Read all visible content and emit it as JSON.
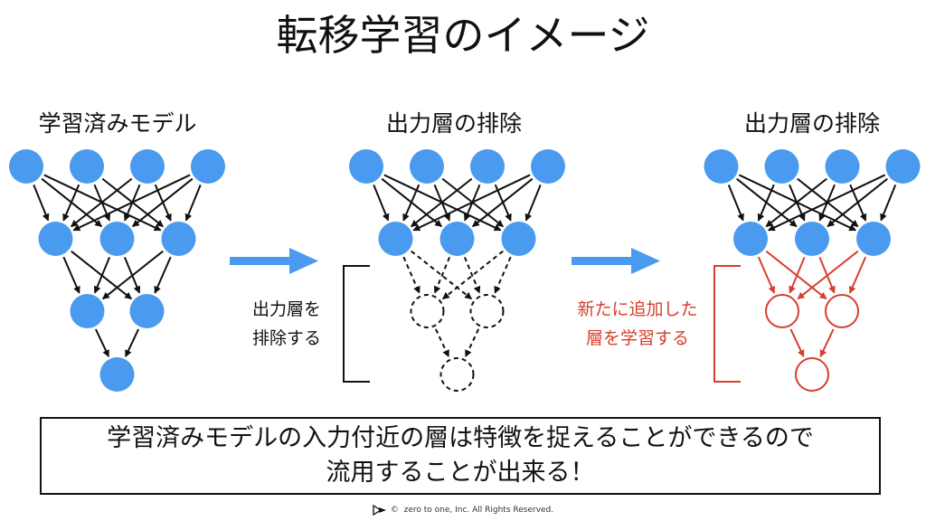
{
  "title": "転移学習のイメージ",
  "panels": [
    {
      "title": "学習済みモデル",
      "style": "solid"
    },
    {
      "title": "出力層の排除",
      "style": "dashed",
      "side_label": [
        "出力層を",
        "排除する"
      ]
    },
    {
      "title": "出力層の排除",
      "style": "red",
      "side_label": [
        "新たに追加した",
        "層を学習する"
      ]
    }
  ],
  "network_layers": [
    4,
    3,
    2,
    1
  ],
  "colors": {
    "node_blue": "#4a9bef",
    "arrow_blue": "#4a9bef",
    "edge_black": "#111111",
    "new_layer_red": "#d63f2e"
  },
  "summary": {
    "line1": "学習済みモデルの入力付近の層は特徴を捉えることができるので",
    "line2": "流用することが出来る！"
  },
  "footer": {
    "copyright_symbol": "©",
    "text": "zero to one, Inc. All Rights Reserved."
  }
}
